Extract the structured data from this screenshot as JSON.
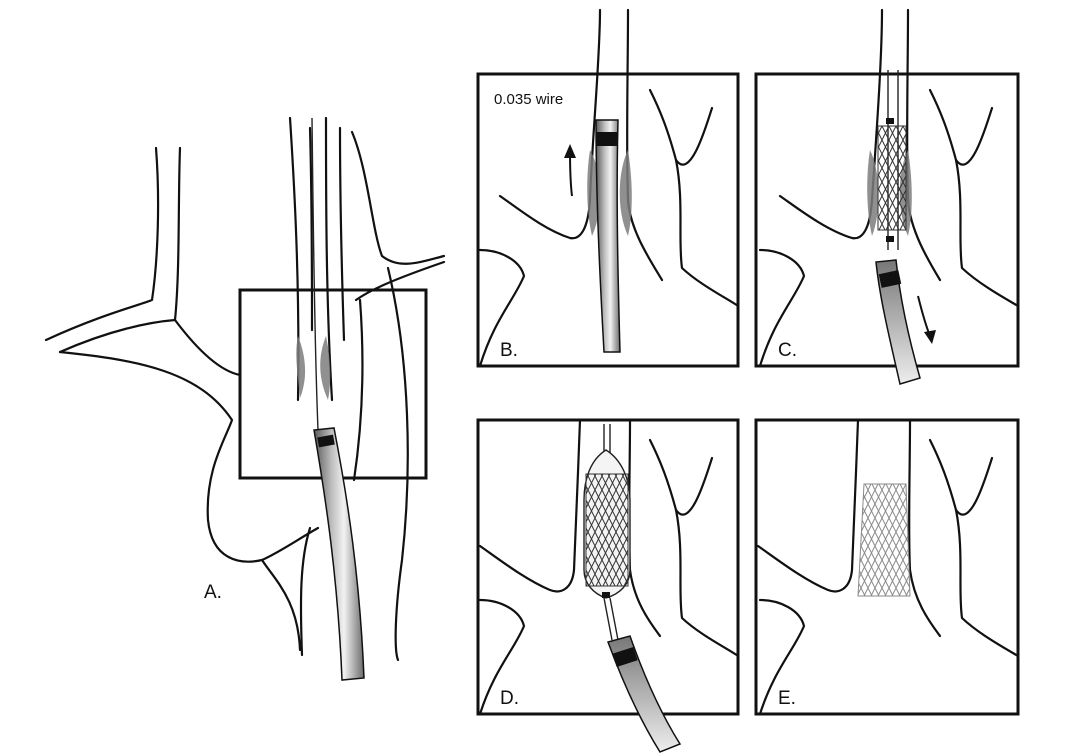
{
  "figure": {
    "panel_labels": {
      "a": "A.",
      "b": "B.",
      "c": "C.",
      "d": "D.",
      "e": "E."
    },
    "annotation": "0.035 wire"
  },
  "colors": {
    "line": "#111111",
    "plaque": "#7d7d7d",
    "catheter_dark": "#555555",
    "catheter_light": "#e8e8e8",
    "marker": "#111111"
  }
}
